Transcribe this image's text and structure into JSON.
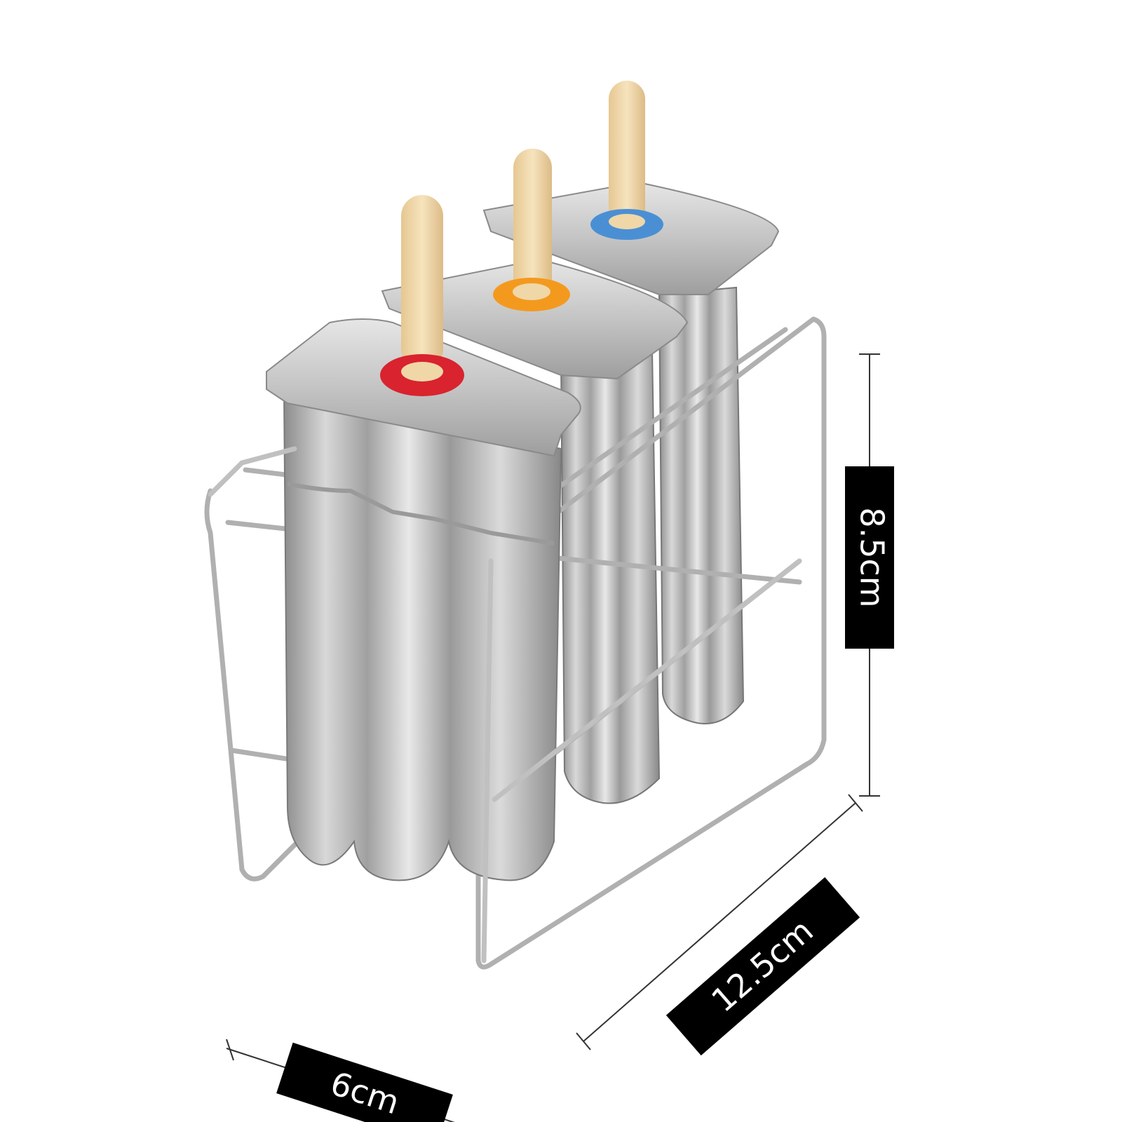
{
  "dimensions": {
    "width_label": "6cm",
    "length_label": "12.5cm",
    "height_label": "8.5cm"
  },
  "molds": [
    {
      "name": "front",
      "ring_color": "#d9232e"
    },
    {
      "name": "middle",
      "ring_color": "#f39a1e"
    },
    {
      "name": "back",
      "ring_color": "#4a8fd4"
    }
  ],
  "colors": {
    "steel": "#c9c9c9",
    "steel_dark": "#8a8a8a",
    "wire": "#b5b5b5",
    "stick": "#efd7a8",
    "label_bg": "#000000"
  }
}
